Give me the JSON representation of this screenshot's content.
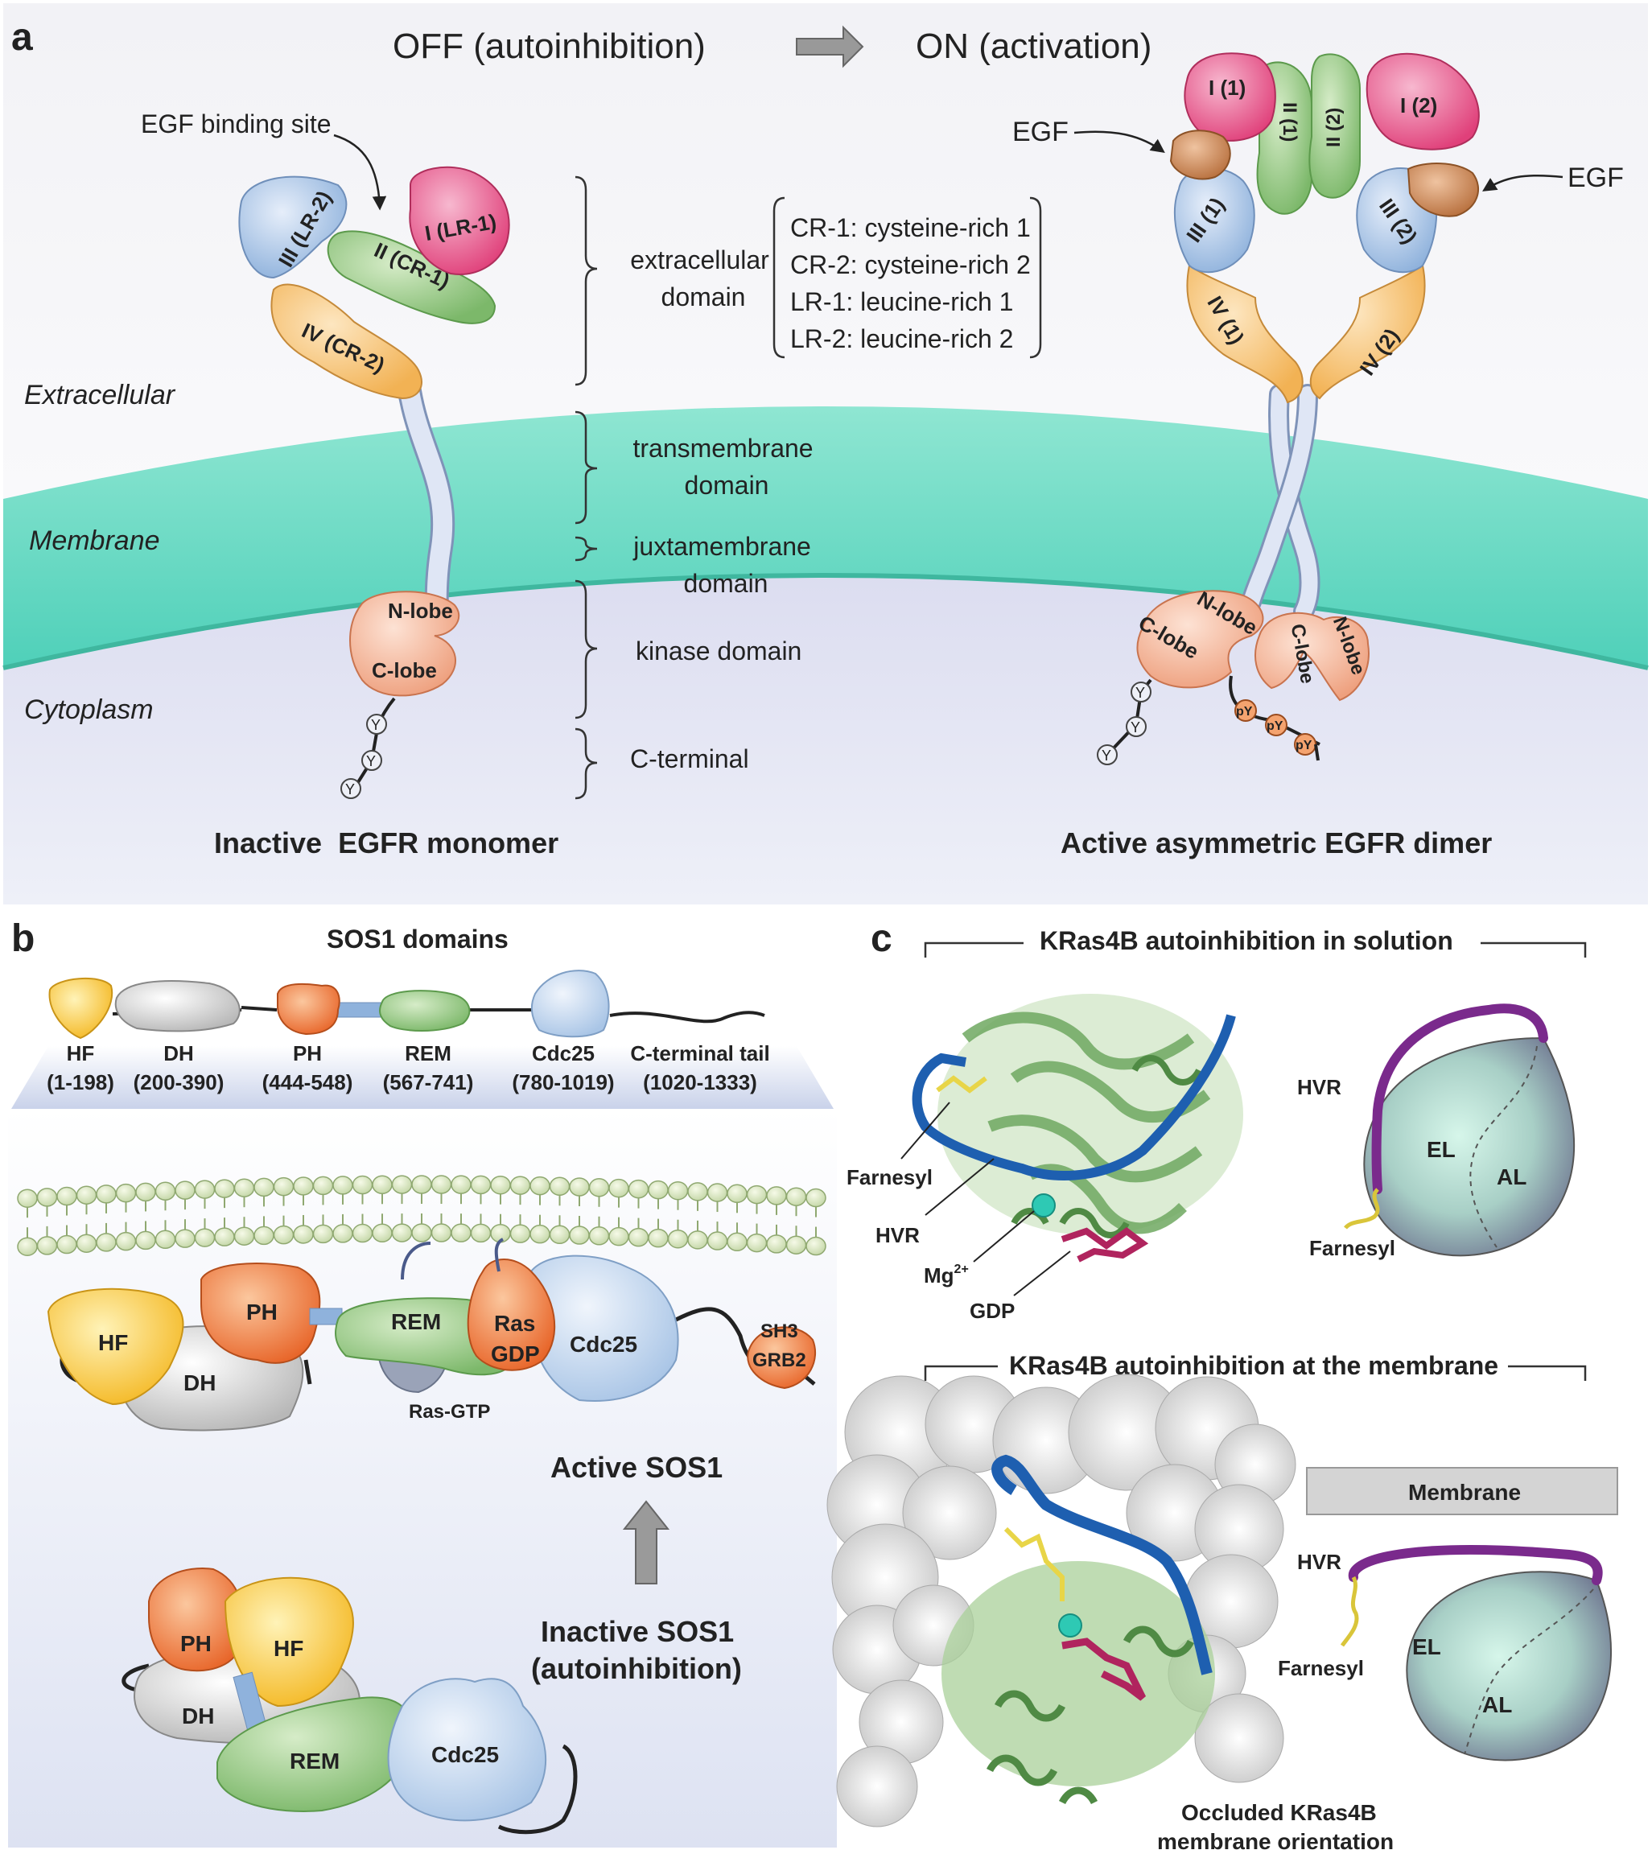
{
  "panel_a": {
    "letter": "a",
    "state_off": "OFF (autoinhibition)",
    "state_on": "ON (activation)",
    "region_extracellular": "Extracellular",
    "region_membrane": "Membrane",
    "region_cytoplasm": "Cytoplasm",
    "egf_binding_site": "EGF binding site",
    "egf": "EGF",
    "monomer": {
      "d1": "I (LR-1)",
      "d2": "II (CR-1)",
      "d3": "III (LR-2)",
      "d4": "IV (CR-2)",
      "n_lobe": "N-lobe",
      "c_lobe": "C-lobe",
      "y": "Y"
    },
    "dimer": {
      "i1": "I (1)",
      "i2": "I (2)",
      "ii1": "II (1)",
      "ii2": "II (2)",
      "iii1": "III (1)",
      "iii2": "III (2)",
      "iv1": "IV (1)",
      "iv2": "IV (2)",
      "n_lobe": "N-lobe",
      "c_lobe": "C-lobe",
      "py": "pY",
      "y": "Y"
    },
    "domains": {
      "extracellular": [
        "extracellular",
        "domain"
      ],
      "transmembrane": [
        "transmembrane",
        "domain"
      ],
      "juxtamembrane": [
        "juxtamembrane",
        "domain"
      ],
      "kinase": "kinase domain",
      "c_terminal": "C-terminal"
    },
    "legend": [
      "CR-1: cysteine-rich 1",
      "CR-2: cysteine-rich 2",
      "LR-1: leucine-rich 1",
      "LR-2: leucine-rich 2"
    ],
    "caption_inactive": "Inactive  EGFR monomer",
    "caption_active": "Active asymmetric EGFR dimer"
  },
  "panel_b": {
    "letter": "b",
    "title": "SOS1 domains",
    "domains": [
      {
        "name": "HF",
        "range": "(1-198)"
      },
      {
        "name": "DH",
        "range": "(200-390)"
      },
      {
        "name": "PH",
        "range": "(444-548)"
      },
      {
        "name": "REM",
        "range": "(567-741)"
      },
      {
        "name": "Cdc25",
        "range": "(780-1019)"
      },
      {
        "name": "C-terminal tail",
        "range": "(1020-1333)"
      }
    ],
    "active_labels": {
      "hf": "HF",
      "dh": "DH",
      "ph": "PH",
      "rem": "REM",
      "ras": "Ras",
      "gdp": "GDP",
      "cdc25": "Cdc25",
      "sh3": "SH3",
      "grb2": "GRB2",
      "ras_gtp": "Ras-GTP"
    },
    "active_caption": "Active SOS1",
    "inactive_caption": [
      "Inactive SOS1",
      "(autoinhibition)"
    ],
    "inactive_labels": {
      "ph": "PH",
      "hf": "HF",
      "dh": "DH",
      "rem": "REM",
      "cdc25": "Cdc25"
    }
  },
  "panel_c": {
    "letter": "c",
    "title_solution": "KRas4B autoinhibition in solution",
    "title_membrane": "KRas4B autoinhibition at the membrane",
    "solution_labels": {
      "farnesyl": "Farnesyl",
      "hvr": "HVR",
      "mg": "Mg",
      "mg_sup": "2+",
      "gdp": "GDP"
    },
    "schematic": {
      "hvr": "HVR",
      "el": "EL",
      "al": "AL",
      "farnesyl": "Farnesyl",
      "membrane": "Membrane"
    },
    "membrane_caption": [
      "Occluded KRas4B",
      "membrane orientation"
    ]
  }
}
